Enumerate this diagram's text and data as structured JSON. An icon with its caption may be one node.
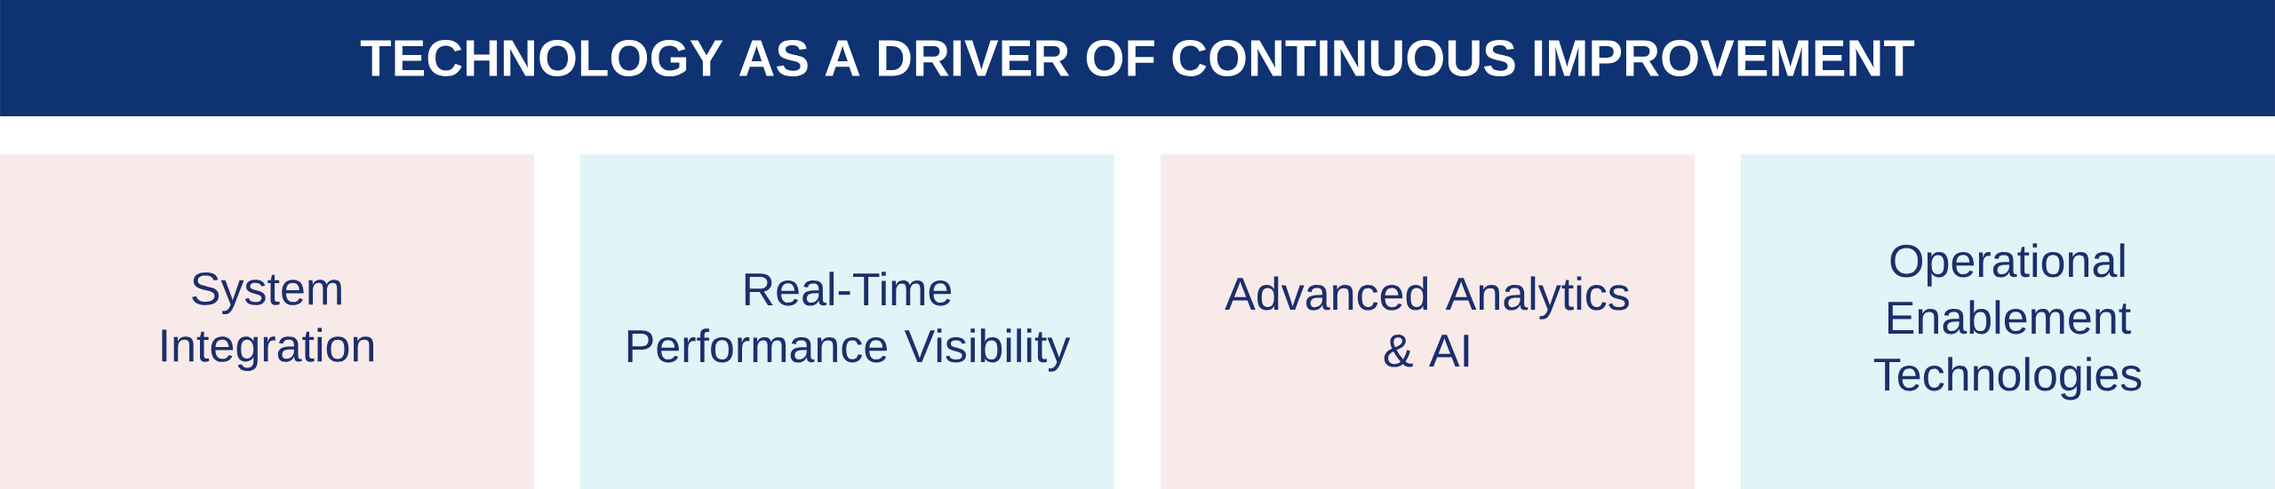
{
  "diagram": {
    "title": "TECHNOLOGY AS A DRIVER OF CONTINUOUS IMPROVEMENT",
    "nodes": [
      {
        "text": [
          "System Integration"
        ]
      },
      {
        "text": [
          "Real-Time Performance Visibility"
        ]
      },
      {
        "text": [
          "Advanced Analytics & AI"
        ]
      },
      {
        "text": [
          "Operational Enablement Technologies"
        ]
      }
    ]
  }
}
